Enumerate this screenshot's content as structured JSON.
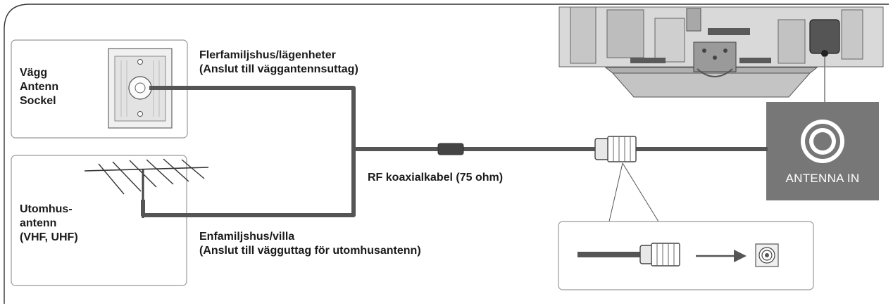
{
  "labels": {
    "wall_socket": [
      "Vägg",
      "Antenn",
      "Sockel"
    ],
    "multi_family": [
      "Flerfamiljshus/lägenheter",
      "(Anslut till väggantennsuttag)"
    ],
    "outdoor_antenna": [
      "Utomhus-",
      "antenn",
      "(VHF, UHF)"
    ],
    "single_family": [
      "Enfamiljshus/villa",
      "(Anslut till vägguttag för utomhusantenn)"
    ],
    "rf_cable": "RF koaxialkabel (75 ohm)",
    "antenna_in": "ANTENNA IN"
  },
  "colors": {
    "cable": "#555555",
    "antenna_panel": "#777777",
    "box_border": "#999999",
    "tv_body": "#d9d9d9",
    "tv_stand": "#c4c4c4"
  }
}
